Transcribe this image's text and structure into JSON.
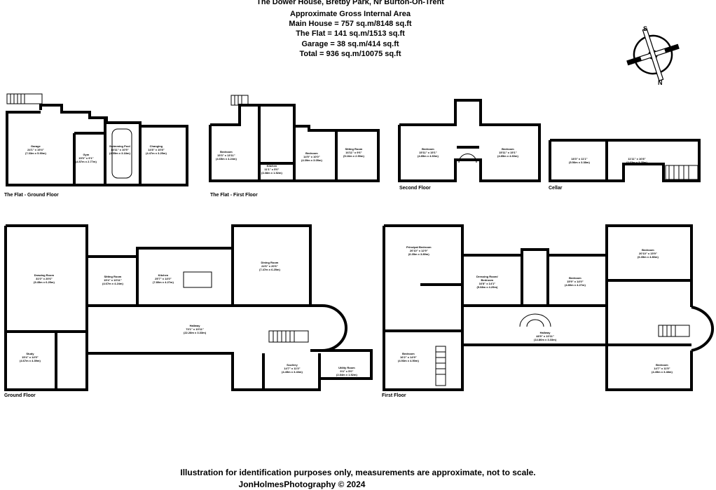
{
  "header": {
    "title": "The Dower House, Bretby Park, Nr Burton-On-Trent",
    "subtitle": "Approximate Gross Internal Area",
    "main_house": "Main House =   757 sq.m/8148 sq.ft",
    "flat": "The Flat  = 141 sq.m/1513 sq.ft",
    "garage": "Garage  = 38 sq.m/414 sq.ft",
    "total": "Total = 936 sq.m/10075 sq.ft"
  },
  "compass": {
    "north": "N",
    "south": "S"
  },
  "floors": {
    "flat_ground": "The Flat - Ground Floor",
    "flat_first": "The Flat - First Floor",
    "second": "Second Floor",
    "cellar": "Cellar",
    "ground": "Ground Floor",
    "first": "First Floor"
  },
  "rooms": {
    "garage": [
      "Garage",
      "24'1\" x 19'4\"",
      "(7.33m x 5.90m)"
    ],
    "gym": [
      "Gym",
      "15'0\" x 9'1\"",
      "(4.57m x 2.77m)"
    ],
    "pool": [
      "Swimming Pool",
      "14'11\" x 10'5\"",
      "(4.55m x 3.18m)"
    ],
    "changing": [
      "Changing",
      "14'8\" x 10'8\"",
      "(4.47m x 3.25m)"
    ],
    "flat_bed": [
      "Bedroom",
      "15'3\" x 13'11\"",
      "(4.65m x 4.24m)"
    ],
    "flat_kitchen": [
      "Kitchen",
      "11'1\" x 5'0\"",
      "(3.38m x 1.52m)"
    ],
    "flat_bed2": [
      "Bedroom",
      "14'5\" x 10'0\"",
      "(4.39m x 3.05m)"
    ],
    "flat_sitting": [
      "Sitting Room",
      "16'11\" x 9'6\"",
      "(5.16m x 2.90m)"
    ],
    "second_bed1": [
      "Bedroom",
      "15'11\" x 15'1\"",
      "(4.85m x 4.60m)"
    ],
    "second_bed2": [
      "Bedroom",
      "15'11\" x 15'1\"",
      "(4.85m x 4.60m)"
    ],
    "cellar1": [
      "18'3\" x 11'1\"",
      "(5.56m x 3.38m)"
    ],
    "cellar2": [
      "11'11\" x 10'8\"",
      "(3.63m x 3.25m)"
    ],
    "drawing": [
      "Drawing Room",
      "31'0\" x 20'6\"",
      "(9.45m x 6.25m)"
    ],
    "sitting": [
      "Sitting Room",
      "15'4\" x 13'11\"",
      "(4.67m x 4.24m)"
    ],
    "kitchen": [
      "Kitchen",
      "25'7\" x 14'0\"",
      "(7.80m x 4.27m)"
    ],
    "dining": [
      "Dining Room",
      "24'6\" x 20'6\"",
      "(7.47m x 6.25m)"
    ],
    "hallway": [
      "Hallway",
      "73'1\" x 10'11\"",
      "(22.28m x 3.33m)"
    ],
    "study": [
      "Study",
      "15'4\" x 14'5\"",
      "(4.67m x 4.39m)"
    ],
    "scullery": [
      "Scullery",
      "14'7\" x 11'3\"",
      "(4.45m x 3.43m)"
    ],
    "utility": [
      "Utility Room",
      "9'4\" x 5'0\"",
      "(2.84m x 1.52m)"
    ],
    "principal": [
      "Principal Bedroom",
      "20'10\" x 12'9\"",
      "(6.35m x 3.89m)"
    ],
    "dressing": [
      "Dressing Room/",
      "Bedroom",
      "16'8\" x 14'1\"",
      "(5.08m x 4.29m)"
    ],
    "first_bed_mid": [
      "Bedroom",
      "15'9\" x 14'0\"",
      "(4.80m x 4.27m)"
    ],
    "first_bed_tr": [
      "Bedroom",
      "20'10\" x 15'9\"",
      "(6.35m x 4.80m)"
    ],
    "first_hallway": [
      "Hallway",
      "48'9\" x 10'11\"",
      "(14.86m x 3.33m)"
    ],
    "first_bed_bl": [
      "Bedroom",
      "16'2\" x 14'9\"",
      "(4.93m x 4.50m)"
    ],
    "first_bed_br": [
      "Bedroom",
      "14'7\" x 11'5\"",
      "(4.45m x 3.48m)"
    ]
  },
  "footer": {
    "disclaimer": "Illustration for identification purposes only, measurements are approximate, not to scale.",
    "credit": "JonHolmesPhotography      © 2024"
  }
}
